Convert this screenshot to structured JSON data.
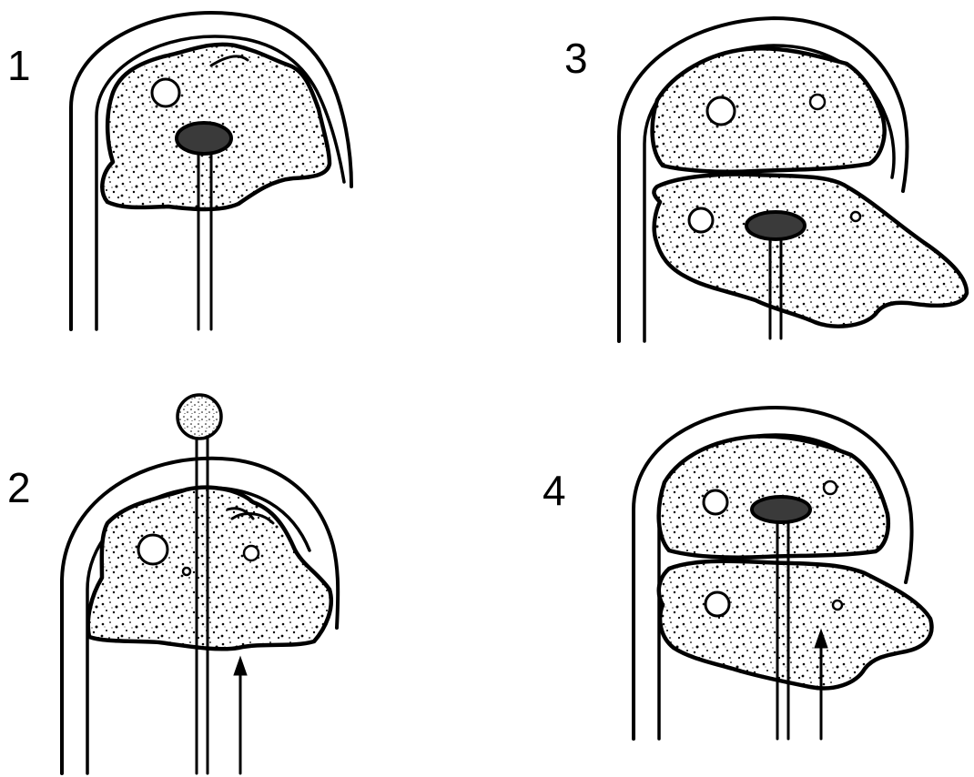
{
  "panels": [
    {
      "id": "1",
      "label": "1"
    },
    {
      "id": "2",
      "label": "2"
    },
    {
      "id": "3",
      "label": "3"
    },
    {
      "id": "4",
      "label": "4"
    }
  ],
  "colors": {
    "line": "#000000",
    "background": "#ffffff"
  }
}
